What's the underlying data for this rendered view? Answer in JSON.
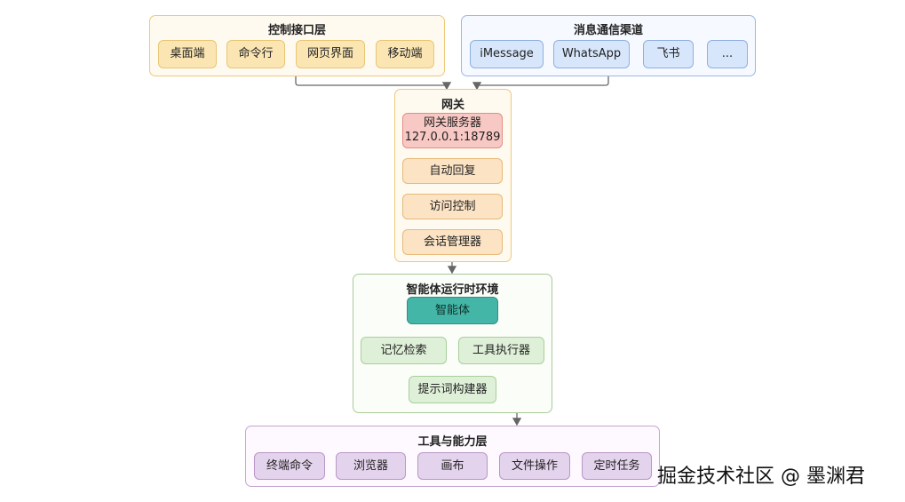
{
  "control_layer": {
    "title": "控制接口层",
    "items": [
      "桌面端",
      "命令行",
      "网页界面",
      "移动端"
    ]
  },
  "messaging_layer": {
    "title": "消息通信渠道",
    "items": [
      "iMessage",
      "WhatsApp",
      "飞书",
      "..."
    ]
  },
  "gateway": {
    "title": "网关",
    "server": {
      "name": "网关服务器",
      "address": "127.0.0.1:18789"
    },
    "auto_reply": "自动回复",
    "access_control": "访问控制",
    "session_manager": "会话管理器"
  },
  "agent_runtime": {
    "title": "智能体运行时环境",
    "agent": "智能体",
    "memory_retrieval": "记忆检索",
    "tool_executor": "工具执行器",
    "prompt_builder": "提示词构建器"
  },
  "tools_layer": {
    "title": "工具与能力层",
    "items": [
      "终端命令",
      "浏览器",
      "画布",
      "文件操作",
      "定时任务"
    ]
  },
  "watermark": "掘金技术社区 @ 墨渊君",
  "colors": {
    "control": "#fbe6b3",
    "messaging": "#d7e6fb",
    "gateway": "#fbe3c4",
    "gateway_server": "#f8c9c4",
    "agent": "#43b6a7",
    "runtime": "#dff0d8",
    "tools": "#e4d3ec"
  }
}
